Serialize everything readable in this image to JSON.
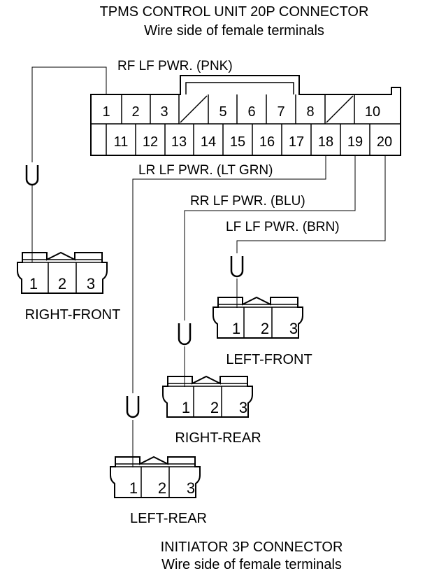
{
  "header": {
    "title": "TPMS CONTROL UNIT 20P CONNECTOR",
    "subtitle": "Wire side of female terminals"
  },
  "footer": {
    "title": "INITIATOR 3P CONNECTOR",
    "subtitle": "Wire side of female terminals"
  },
  "main_connector": {
    "top_row": [
      "1",
      "2",
      "3",
      "",
      "5",
      "6",
      "7",
      "8",
      "",
      "10"
    ],
    "bottom_row": [
      "11",
      "12",
      "13",
      "14",
      "15",
      "16",
      "17",
      "18",
      "19",
      "20"
    ]
  },
  "wires": {
    "rf": "RF LF PWR. (PNK)",
    "lr": "LR LF PWR. (LT GRN)",
    "rr": "RR LF PWR. (BLU)",
    "lf": "LF LF PWR. (BRN)"
  },
  "initiators": {
    "pins": [
      "1",
      "2",
      "3"
    ],
    "right_front": "RIGHT-FRONT",
    "left_front": "LEFT-FRONT",
    "right_rear": "RIGHT-REAR",
    "left_rear": "LEFT-REAR"
  }
}
